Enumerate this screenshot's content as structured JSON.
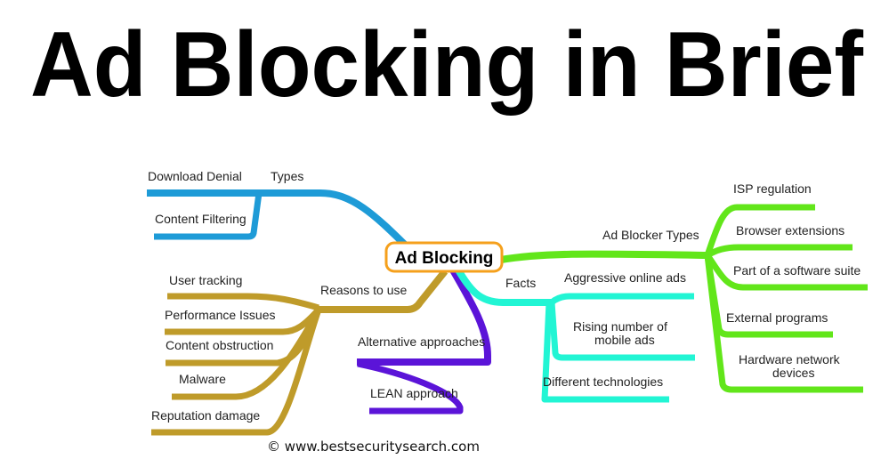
{
  "title": "Ad Blocking in Brief",
  "center": "Ad Blocking",
  "colors": {
    "types": "#1e9bd7",
    "reasons": "#bf9b2a",
    "alternatives": "#5b14d8",
    "facts": "#22f5d4",
    "blocker_types": "#62e61a",
    "center_border": "#f5a01c"
  },
  "branches": {
    "types": {
      "label": "Types",
      "children": [
        "Download Denial",
        "Content Filtering"
      ]
    },
    "reasons": {
      "label": "Reasons to use",
      "children": [
        "User tracking",
        "Performance Issues",
        "Content obstruction",
        "Malware",
        "Reputation damage"
      ]
    },
    "alternatives": {
      "label": "Alternative approaches",
      "children": [
        "LEAN approach"
      ]
    },
    "facts": {
      "label": "Facts",
      "children": [
        "Aggressive online ads",
        "Rising  number  of",
        "mobile  ads",
        "Different technologies"
      ]
    },
    "blocker_types": {
      "label": "Ad Blocker Types",
      "children": [
        "ISP regulation",
        "Browser extensions",
        "Part of a software suite",
        "External programs",
        "Hardware  network",
        "devices"
      ]
    }
  },
  "copyright": "© www.bestsecuritysearch.com"
}
